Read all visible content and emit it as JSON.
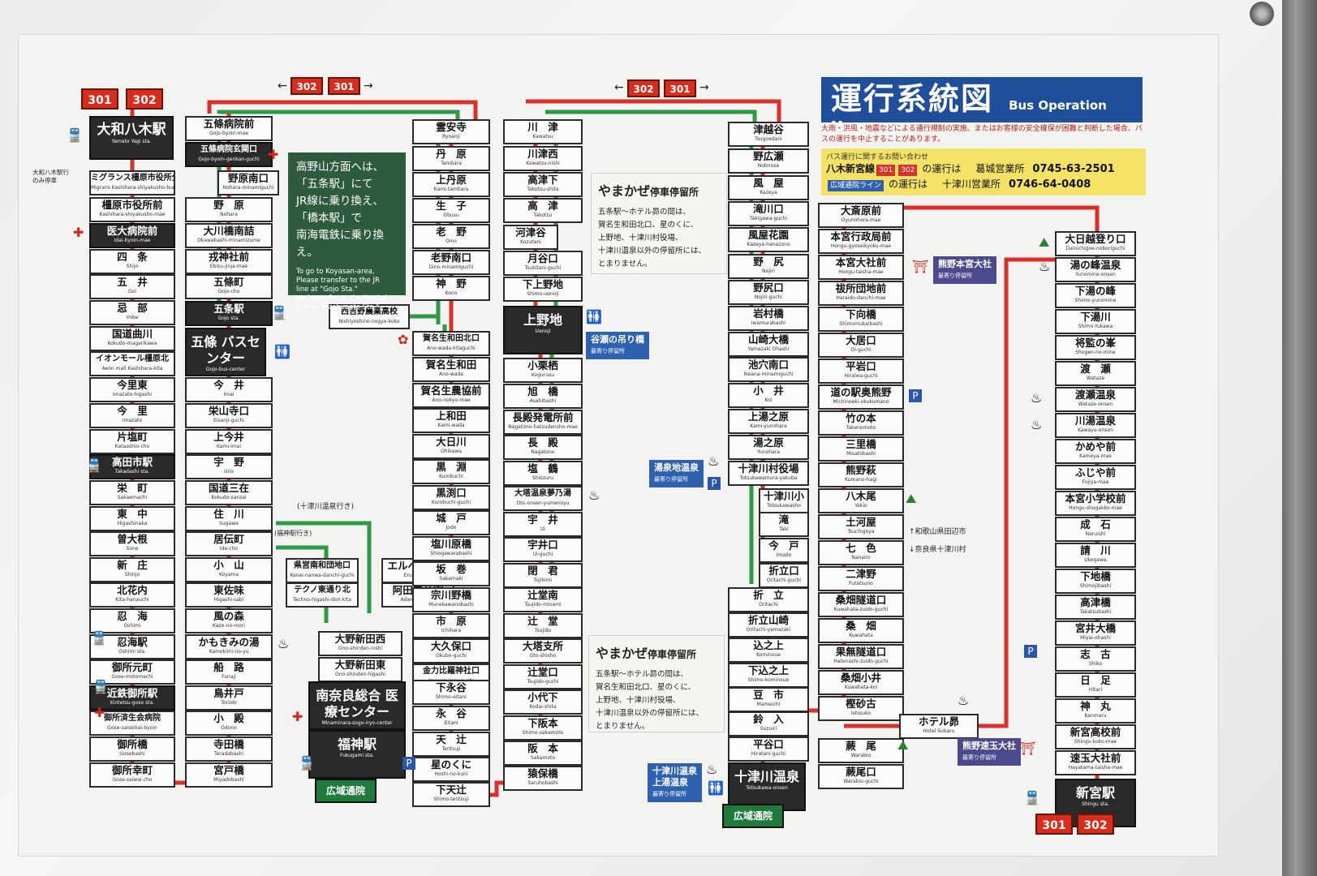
{
  "header": {
    "title_jp": "運行系統図",
    "title_en": "Bus Operation Map",
    "notice": "大雨・洪風・地震などによる通行規制の実施、またはお客様の安全確保が困難と判断した場合、バスの運行を中止することがあります。",
    "contact_heading": "バス運行に関するお問い合わせ",
    "contact_rows": [
      {
        "place": "八木新宮線",
        "tags": [
          "301",
          "302"
        ],
        "mid": "の運行は",
        "office": "葛城営業所",
        "phone": "0745-63-2501"
      },
      {
        "place": "",
        "tags": [
          "広域通院ライン"
        ],
        "mid": "の運行は",
        "office": "十津川営業所",
        "phone": "0746-64-0408"
      }
    ]
  },
  "colors": {
    "red": "#d8302a",
    "green": "#2f9a46",
    "blue": "#2e62b0",
    "dark": "#2a2a2a"
  },
  "route_badges": {
    "top_left": [
      "301",
      "302"
    ],
    "mid1": [
      "302",
      "301"
    ],
    "mid2": [
      "302",
      "301"
    ],
    "bottom_right": [
      "301",
      "302"
    ]
  },
  "koiki_label": "広域通院",
  "yamato_note": "大和八木駅行\nのみ停車",
  "gojo_info": {
    "jp": "高野山方面へは、\n「五条駅」にて\nJR線に乗り換え、\n「橋本駅」で\n南海電鉄に乗り換え。",
    "en": "To go to Koyasan-area,\nPlease transfer to the JR\nline at \"Gojo Sta.\"\nand transfer to the Nankai\nline at \"Hashimoto Sta.\"."
  },
  "yamakaze": {
    "head": "やまかぜ",
    "head_small": "停車停留所",
    "body": "五条駅～ホテル昴の間は、\n賀名生和田北口、星のくに、\n上野地、十津川村役場、\n十津川温泉以外の停留所には、\nとまりません。"
  },
  "branch_labels": {
    "totsukawa": "(十津川温泉行き)",
    "fukugami": "(福神駅行き)"
  },
  "wakayama_note": "↑和歌山県田辺市\n↓奈良県十津川村",
  "tags": {
    "tanize": {
      "title": "谷瀬の吊り橋",
      "sub": "最寄り停留所"
    },
    "onsenji": {
      "title": "湯泉地温泉",
      "sub": "最寄り停留所"
    },
    "totsukawa_onsen": {
      "title": "十津川温泉\n上湯温泉",
      "sub": "最寄り停留所"
    },
    "hongu_taisha": {
      "title": "熊野本宮大社",
      "sub": "最寄り停留所"
    },
    "hayatama": {
      "title": "熊野速玉大社",
      "sub": "最寄り停留所"
    }
  },
  "columns": {
    "c1": [
      {
        "jp": "大和八木駅",
        "en": "Yamato Yagi sta.",
        "dark": true,
        "tall": true
      },
      {
        "jp": "ミグランス橿原市役所分庁舎",
        "en": "Migrans Kashihara-shiyakusho-bunchosha"
      },
      {
        "jp": "橿原市役所前",
        "en": "Kashihara-shiyakusho-mae"
      },
      {
        "jp": "医大病院前",
        "en": "Idai-byoin-mae",
        "dark": true
      },
      {
        "jp": "四　条",
        "en": "Shijo"
      },
      {
        "jp": "五　井",
        "en": "Goi"
      },
      {
        "jp": "忌　部",
        "en": "Imbe"
      },
      {
        "jp": "国道曲川",
        "en": "Kokudo-magarikawa"
      },
      {
        "jp": "イオンモール橿原北",
        "en": "Aeon mall Kashihara-kita"
      },
      {
        "jp": "今里東",
        "en": "Imazato-higashi"
      },
      {
        "jp": "今　里",
        "en": "Imazato"
      },
      {
        "jp": "片塩町",
        "en": "Kataashio-cho"
      },
      {
        "jp": "高田市駅",
        "en": "Takadashi sta.",
        "dark": true
      },
      {
        "jp": "栄　町",
        "en": "Sakaemachi"
      },
      {
        "jp": "東　中",
        "en": "Higashinaka"
      },
      {
        "jp": "曽大根",
        "en": "Sone"
      },
      {
        "jp": "新　庄",
        "en": "Shinjo"
      },
      {
        "jp": "北花内",
        "en": "Kita-hanauchi"
      },
      {
        "jp": "忍　海",
        "en": "Oshimi"
      },
      {
        "jp": "忍海駅",
        "en": "Oshimi sta."
      },
      {
        "jp": "御所元町",
        "en": "Gose-motomachi"
      },
      {
        "jp": "近鉄御所駅",
        "en": "Kintetsu-gose sta.",
        "dark": true
      },
      {
        "jp": "御所済生会病院",
        "en": "Gose-saiseikai-byoin"
      },
      {
        "jp": "御所橋",
        "en": "Gosebashi"
      },
      {
        "jp": "御所幸町",
        "en": "Gose-saiwai-cho"
      }
    ],
    "c2": [
      {
        "jp": "五條病院前",
        "en": "Gojo-byoin-mae"
      },
      {
        "jp": "五條病院玄関口",
        "en": "Gojo-byoin-genkan-guchi",
        "dark": true
      },
      {
        "jp": "野原南口",
        "en": "Nohara-minamiguchi"
      },
      {
        "jp": "野　原",
        "en": "Nohara"
      },
      {
        "jp": "大川橋南詰",
        "en": "Okawabashi-minamizume"
      },
      {
        "jp": "戎神社前",
        "en": "Ebisu-jinja-mae"
      },
      {
        "jp": "五條町",
        "en": "Gojo-cho"
      },
      {
        "jp": "五条駅",
        "en": "Gojo sta.",
        "dark": true
      },
      {
        "jp": "五條\nバスセンター",
        "en": "Gojo-bus-center",
        "dark": true,
        "big": true
      },
      {
        "jp": "今　井",
        "en": "Imai"
      },
      {
        "jp": "栄山寺口",
        "en": "Eisanji-guchi"
      },
      {
        "jp": "上今井",
        "en": "Kami-imai"
      },
      {
        "jp": "宇　野",
        "en": "Uno"
      },
      {
        "jp": "国道三在",
        "en": "Kokudo-sanzai"
      },
      {
        "jp": "住　川",
        "en": "Sugawa"
      },
      {
        "jp": "居伝町",
        "en": "Ide-cho"
      },
      {
        "jp": "小　山",
        "en": "Koyama"
      },
      {
        "jp": "東佐味",
        "en": "Higashi-sabi"
      },
      {
        "jp": "風の森",
        "en": "Kaze-no-mori"
      },
      {
        "jp": "かもきみの湯",
        "en": "Kamokimi-no-yu"
      },
      {
        "jp": "船　路",
        "en": "Funaji"
      },
      {
        "jp": "鳥井戸",
        "en": "Toriido"
      },
      {
        "jp": "小　殿",
        "en": "Odono"
      },
      {
        "jp": "寺田橋",
        "en": "Teradabashi"
      },
      {
        "jp": "宮戸橋",
        "en": "Miyadobashi"
      }
    ],
    "c2b": [
      {
        "jp": "県営南和団地口",
        "en": "Kenei-nanwa-danchi-guchi"
      },
      {
        "jp": "テクノ東通り北",
        "en": "Techno-higashi-dori-kita"
      },
      {
        "jp": "エルベタウン",
        "en": "Erube-town"
      },
      {
        "jp": "阿田峯公園",
        "en": "Adamine-koen"
      },
      {
        "jp": "大野新田西",
        "en": "Ono-shinden-nishi"
      },
      {
        "jp": "大野新田東",
        "en": "Ono-shinden-higashi"
      },
      {
        "jp": "南奈良総合\n医療センター",
        "en": "Minaminara-sogo-iryo-center",
        "dark": true,
        "big": true
      },
      {
        "jp": "福神駅",
        "en": "Fukugami sta.",
        "dark": true,
        "big": true
      }
    ],
    "c3": [
      {
        "jp": "西吉野農業高校",
        "en": "Nishiyoshino-nogyo-koko"
      },
      {
        "jp": "霊安寺",
        "en": "Ryoanji"
      },
      {
        "jp": "丹　原",
        "en": "Tambara"
      },
      {
        "jp": "上丹原",
        "en": "Kami-tambara"
      },
      {
        "jp": "生　子",
        "en": "Obusu"
      },
      {
        "jp": "老　野",
        "en": "Oino"
      },
      {
        "jp": "老野南口",
        "en": "Oino-minamiguchi"
      },
      {
        "jp": "神　野",
        "en": "Kono"
      },
      {
        "jp": "賀名生和田北口",
        "en": "Ano-wada-kitaguchi"
      },
      {
        "jp": "賀名生和田",
        "en": "Ano-wada"
      },
      {
        "jp": "賀名生農協前",
        "en": "Ano-nokyo-mae"
      },
      {
        "jp": "上和田",
        "en": "Kami-wada"
      },
      {
        "jp": "大日川",
        "en": "Ohikawa"
      },
      {
        "jp": "黒　淵",
        "en": "Kurobuchi"
      },
      {
        "jp": "黒渕口",
        "en": "Kurobuchi-guchi"
      },
      {
        "jp": "城　戸",
        "en": "Jodo"
      },
      {
        "jp": "塩川原橋",
        "en": "Shiogawarabashi"
      },
      {
        "jp": "坂　巻",
        "en": "Sakamaki"
      },
      {
        "jp": "宗川野橋",
        "en": "Munekawanobashi"
      },
      {
        "jp": "市　原",
        "en": "Ichihara"
      },
      {
        "jp": "大久保口",
        "en": "Okubo-guchi"
      },
      {
        "jp": "金力比羅神社口",
        "en": "Konpira-jinja-guchi"
      },
      {
        "jp": "下永谷",
        "en": "Shimo-eitani"
      },
      {
        "jp": "永　谷",
        "en": "Eitani"
      },
      {
        "jp": "天　辻",
        "en": "Tentsuji"
      },
      {
        "jp": "星のくに",
        "en": "Hoshi-no-kuni"
      },
      {
        "jp": "下天辻",
        "en": "Shimo-tentsuji"
      }
    ],
    "c4": [
      {
        "jp": "川　津",
        "en": "Kawatsu"
      },
      {
        "jp": "川津西",
        "en": "Kawatsu-nishi"
      },
      {
        "jp": "高津下",
        "en": "Takotsu-shita"
      },
      {
        "jp": "高　津",
        "en": "Takotsu"
      },
      {
        "jp": "河津谷",
        "en": "Kozutani"
      },
      {
        "jp": "月谷口",
        "en": "Tsukitani-guchi"
      },
      {
        "jp": "下上野地",
        "en": "Shimo-uenoji"
      },
      {
        "jp": "上野地",
        "en": "Uenoji",
        "dark": true,
        "big": true
      },
      {
        "jp": "小栗栖",
        "en": "Kogurusu"
      },
      {
        "jp": "旭　橋",
        "en": "Asahibashi"
      },
      {
        "jp": "長殿発電所前",
        "en": "Nagatono-hatsudensho-mae"
      },
      {
        "jp": "長　殿",
        "en": "Nagatono"
      },
      {
        "jp": "塩　鶴",
        "en": "Shiozuru"
      },
      {
        "jp": "大塔温泉夢乃湯",
        "en": "Oto-onsen-yumenoyu"
      },
      {
        "jp": "宇　井",
        "en": "Ui"
      },
      {
        "jp": "宇井口",
        "en": "Ui-guchi"
      },
      {
        "jp": "閉　君",
        "en": "Tojikimi"
      },
      {
        "jp": "辻堂南",
        "en": "Tsujido-minami"
      },
      {
        "jp": "辻　堂",
        "en": "Tsujido"
      },
      {
        "jp": "大塔支所",
        "en": "Oto-shisho"
      },
      {
        "jp": "辻堂口",
        "en": "Tsujido-guchi"
      },
      {
        "jp": "小代下",
        "en": "Kodai-shita"
      },
      {
        "jp": "下阪本",
        "en": "Shimo-sakamoto"
      },
      {
        "jp": "阪　本",
        "en": "Sakamoto"
      },
      {
        "jp": "猿保橋",
        "en": "Saruhobashi"
      }
    ],
    "c5": [
      {
        "jp": "津越谷",
        "en": "Tsugoedani"
      },
      {
        "jp": "野広瀬",
        "en": "Nobirose"
      },
      {
        "jp": "風　屋",
        "en": "Kazeya"
      },
      {
        "jp": "滝川口",
        "en": "Takigawa-guchi"
      },
      {
        "jp": "風屋花園",
        "en": "Kazeya-hanazono"
      },
      {
        "jp": "野　尻",
        "en": "Nojiri"
      },
      {
        "jp": "野尻口",
        "en": "Nojiri-guchi"
      },
      {
        "jp": "岩村橋",
        "en": "Iwamurabashi"
      },
      {
        "jp": "山崎大橋",
        "en": "Yamazaki Ohashi"
      },
      {
        "jp": "池穴南口",
        "en": "Ikeana-minamiguchi"
      },
      {
        "jp": "小　井",
        "en": "Koi"
      },
      {
        "jp": "上湯之原",
        "en": "Kami-yunohara"
      },
      {
        "jp": "湯之原",
        "en": "Yunohara"
      },
      {
        "jp": "十津川村役場",
        "en": "Totsukawamura-yakuba"
      },
      {
        "jp": "十津川小",
        "en": "Totsukawasho"
      },
      {
        "jp": "滝",
        "en": "Taki"
      },
      {
        "jp": "今　戸",
        "en": "Imado"
      },
      {
        "jp": "折立口",
        "en": "Oritachi-guchi"
      },
      {
        "jp": "折　立",
        "en": "Oritachi"
      },
      {
        "jp": "折立山崎",
        "en": "Oritachi-yamazaki"
      },
      {
        "jp": "込之上",
        "en": "Kominoue"
      },
      {
        "jp": "下込之上",
        "en": "Shimo-kominoue"
      },
      {
        "jp": "豆　市",
        "en": "Mameichi"
      },
      {
        "jp": "鈴　入",
        "en": "Suzuiri"
      },
      {
        "jp": "平谷口",
        "en": "Hiratani-guchi"
      },
      {
        "jp": "十津川温泉",
        "en": "Totsukawa-onsen",
        "dark": true,
        "big": true
      }
    ],
    "c6": [
      {
        "jp": "大斎原前",
        "en": "Oyunohara-mae"
      },
      {
        "jp": "本宮行政局前",
        "en": "Hongu-gyoseikyoku-mae"
      },
      {
        "jp": "本宮大社前",
        "en": "Hongu-taisha-mae"
      },
      {
        "jp": "祓所団地前",
        "en": "Haraido-danchi-mae"
      },
      {
        "jp": "下向橋",
        "en": "Shimomukaibashi"
      },
      {
        "jp": "大居口",
        "en": "Oi-guchi"
      },
      {
        "jp": "平岩口",
        "en": "Hiraiwa-guchi"
      },
      {
        "jp": "道の駅奥熊野",
        "en": "Michinoeki-okukumano"
      },
      {
        "jp": "竹の本",
        "en": "Takenomoto"
      },
      {
        "jp": "三里橋",
        "en": "Misatobashi"
      },
      {
        "jp": "熊野萩",
        "en": "Kumano-hagi"
      },
      {
        "jp": "八木尾",
        "en": "Yakio"
      },
      {
        "jp": "土河屋",
        "en": "Tsuchigoya"
      },
      {
        "jp": "七　色",
        "en": "Nanairo"
      },
      {
        "jp": "二津野",
        "en": "Futatsuno"
      },
      {
        "jp": "桑畑隧道口",
        "en": "Kuwahata-zuido-guchi"
      },
      {
        "jp": "桑　畑",
        "en": "Kuwahata"
      },
      {
        "jp": "果無隧道口",
        "en": "Hatenashi-zuido-guchi"
      },
      {
        "jp": "桑畑小井",
        "en": "Kuwahata-koi"
      },
      {
        "jp": "樫砂古",
        "en": "Ishisuko"
      },
      {
        "jp": "蕨　尾",
        "en": "Warabio"
      },
      {
        "jp": "蕨尾口",
        "en": "Warabio-guchi"
      }
    ],
    "c6b": [
      {
        "jp": "ホテル昴",
        "en": "Hotel Subaru"
      }
    ],
    "c7": [
      {
        "jp": "大日越登り口",
        "en": "Dainichigoe-noboriguchi"
      },
      {
        "jp": "湯の峰温泉",
        "en": "Yunomine-onsen"
      },
      {
        "jp": "下湯の峰",
        "en": "Shimo-yunomine"
      },
      {
        "jp": "下湯川",
        "en": "Shimo-Yukawa"
      },
      {
        "jp": "将監の峯",
        "en": "Shogen-no-mine"
      },
      {
        "jp": "渡　瀬",
        "en": "Wataze"
      },
      {
        "jp": "渡瀬温泉",
        "en": "Wataze-onsen"
      },
      {
        "jp": "川湯温泉",
        "en": "Kawayu-onsen"
      },
      {
        "jp": "かめや前",
        "en": "Kameya-mae"
      },
      {
        "jp": "ふじや前",
        "en": "Fujiya-mae"
      },
      {
        "jp": "本宮小学校前",
        "en": "Hongu-shogakko-mae"
      },
      {
        "jp": "成　石",
        "en": "Naruishi"
      },
      {
        "jp": "請　川",
        "en": "Ukegawa"
      },
      {
        "jp": "下地橋",
        "en": "Shimojibashi"
      },
      {
        "jp": "高津橋",
        "en": "Takatsubashi"
      },
      {
        "jp": "宮井大橋",
        "en": "Miyai-ohashi"
      },
      {
        "jp": "志　古",
        "en": "Shiko"
      },
      {
        "jp": "日　足",
        "en": "Hitari"
      },
      {
        "jp": "神　丸",
        "en": "Kanmaru"
      },
      {
        "jp": "新宮高校前",
        "en": "Shingu-koko-mae"
      },
      {
        "jp": "速玉大社前",
        "en": "Hayatama-taisha-mae"
      },
      {
        "jp": "新宮駅",
        "en": "Shingu sta.",
        "dark": true,
        "big": true
      }
    ]
  }
}
